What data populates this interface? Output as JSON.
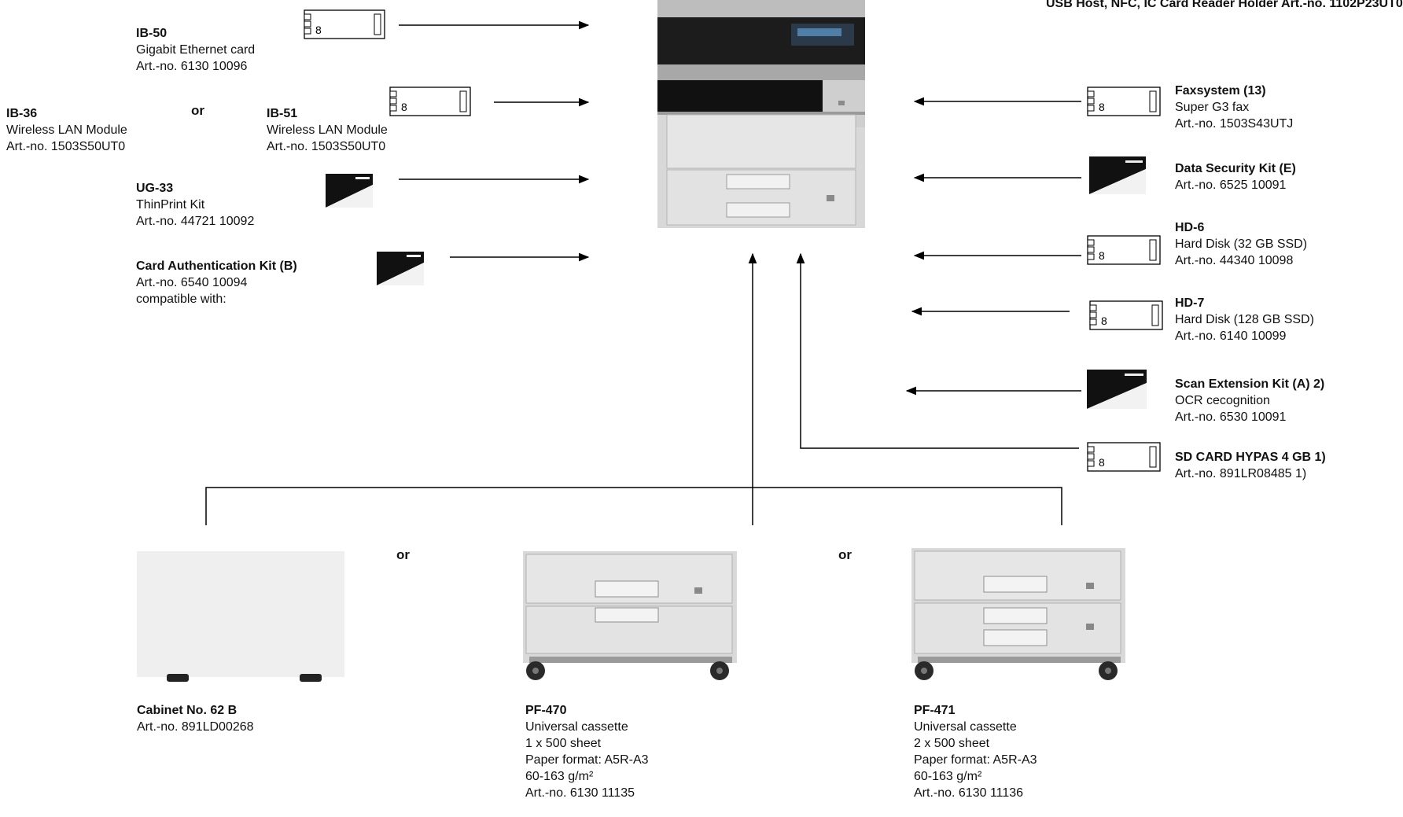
{
  "top_right": {
    "line1": "USB Host, NFC, IC Card Reader Holder",
    "line2": "Art.-no. 1102P23UT0"
  },
  "left_options": {
    "ib50": {
      "title": "IB-50",
      "desc": "Gigabit Ethernet card",
      "art": "Art.-no. 6130 10096"
    },
    "ib36": {
      "title": "IB-36",
      "desc": "Wireless LAN Module",
      "art": "Art.-no. 1503S50UT0"
    },
    "or_label": "or",
    "ib51": {
      "title": "IB-51",
      "desc": "Wireless LAN Module",
      "art": "Art.-no. 1503S50UT0"
    },
    "ug33": {
      "title": "UG-33",
      "desc": "ThinPrint Kit",
      "art": "Art.-no. 44721 10092"
    },
    "card_auth": {
      "title": "Card Authentication Kit (B)",
      "art": "Art.-no. 6540 10094",
      "note": "compatible with:"
    }
  },
  "right_options": {
    "fax": {
      "title": "Faxsystem  (13)",
      "desc": "Super G3 fax",
      "art": "Art.-no. 1503S43UTJ"
    },
    "dsk": {
      "title": "Data Security Kit (E)",
      "art": "Art.-no. 6525 10091"
    },
    "hd6": {
      "title": "HD-6",
      "desc": "Hard Disk (32 GB SSD)",
      "art": "Art.-no. 44340 10098"
    },
    "hd7": {
      "title": "HD-7",
      "desc": "Hard Disk (128 GB SSD)",
      "art": "Art.-no. 6140 10099"
    },
    "scan": {
      "title": "Scan Extension Kit (A) 2)",
      "desc": "OCR cecognition",
      "art": "Art.-no. 6530 10091"
    },
    "sd": {
      "title": "SD CARD HYPAS 4 GB 1)",
      "art": "Art.-no. 891LR08485 1)"
    }
  },
  "card_digit": "8",
  "bottom": {
    "or_label": "or",
    "cabinet": {
      "title": "Cabinet No. 62 B",
      "art": "Art.-no. 891LD00268"
    },
    "pf470": {
      "title": "PF-470",
      "desc": "Universal cassette",
      "capacity": "1 x 500 sheet",
      "format": "Paper format: A5R-A3",
      "weight": "60-163 g/m²",
      "art": "Art.-no. 6130 11135"
    },
    "pf471": {
      "title": "PF-471",
      "desc": "Universal cassette",
      "capacity": "2 x 500 sheet",
      "format": "Paper format: A5R-A3",
      "weight": "60-163 g/m²",
      "art": "Art.-no. 6130 11136"
    }
  }
}
